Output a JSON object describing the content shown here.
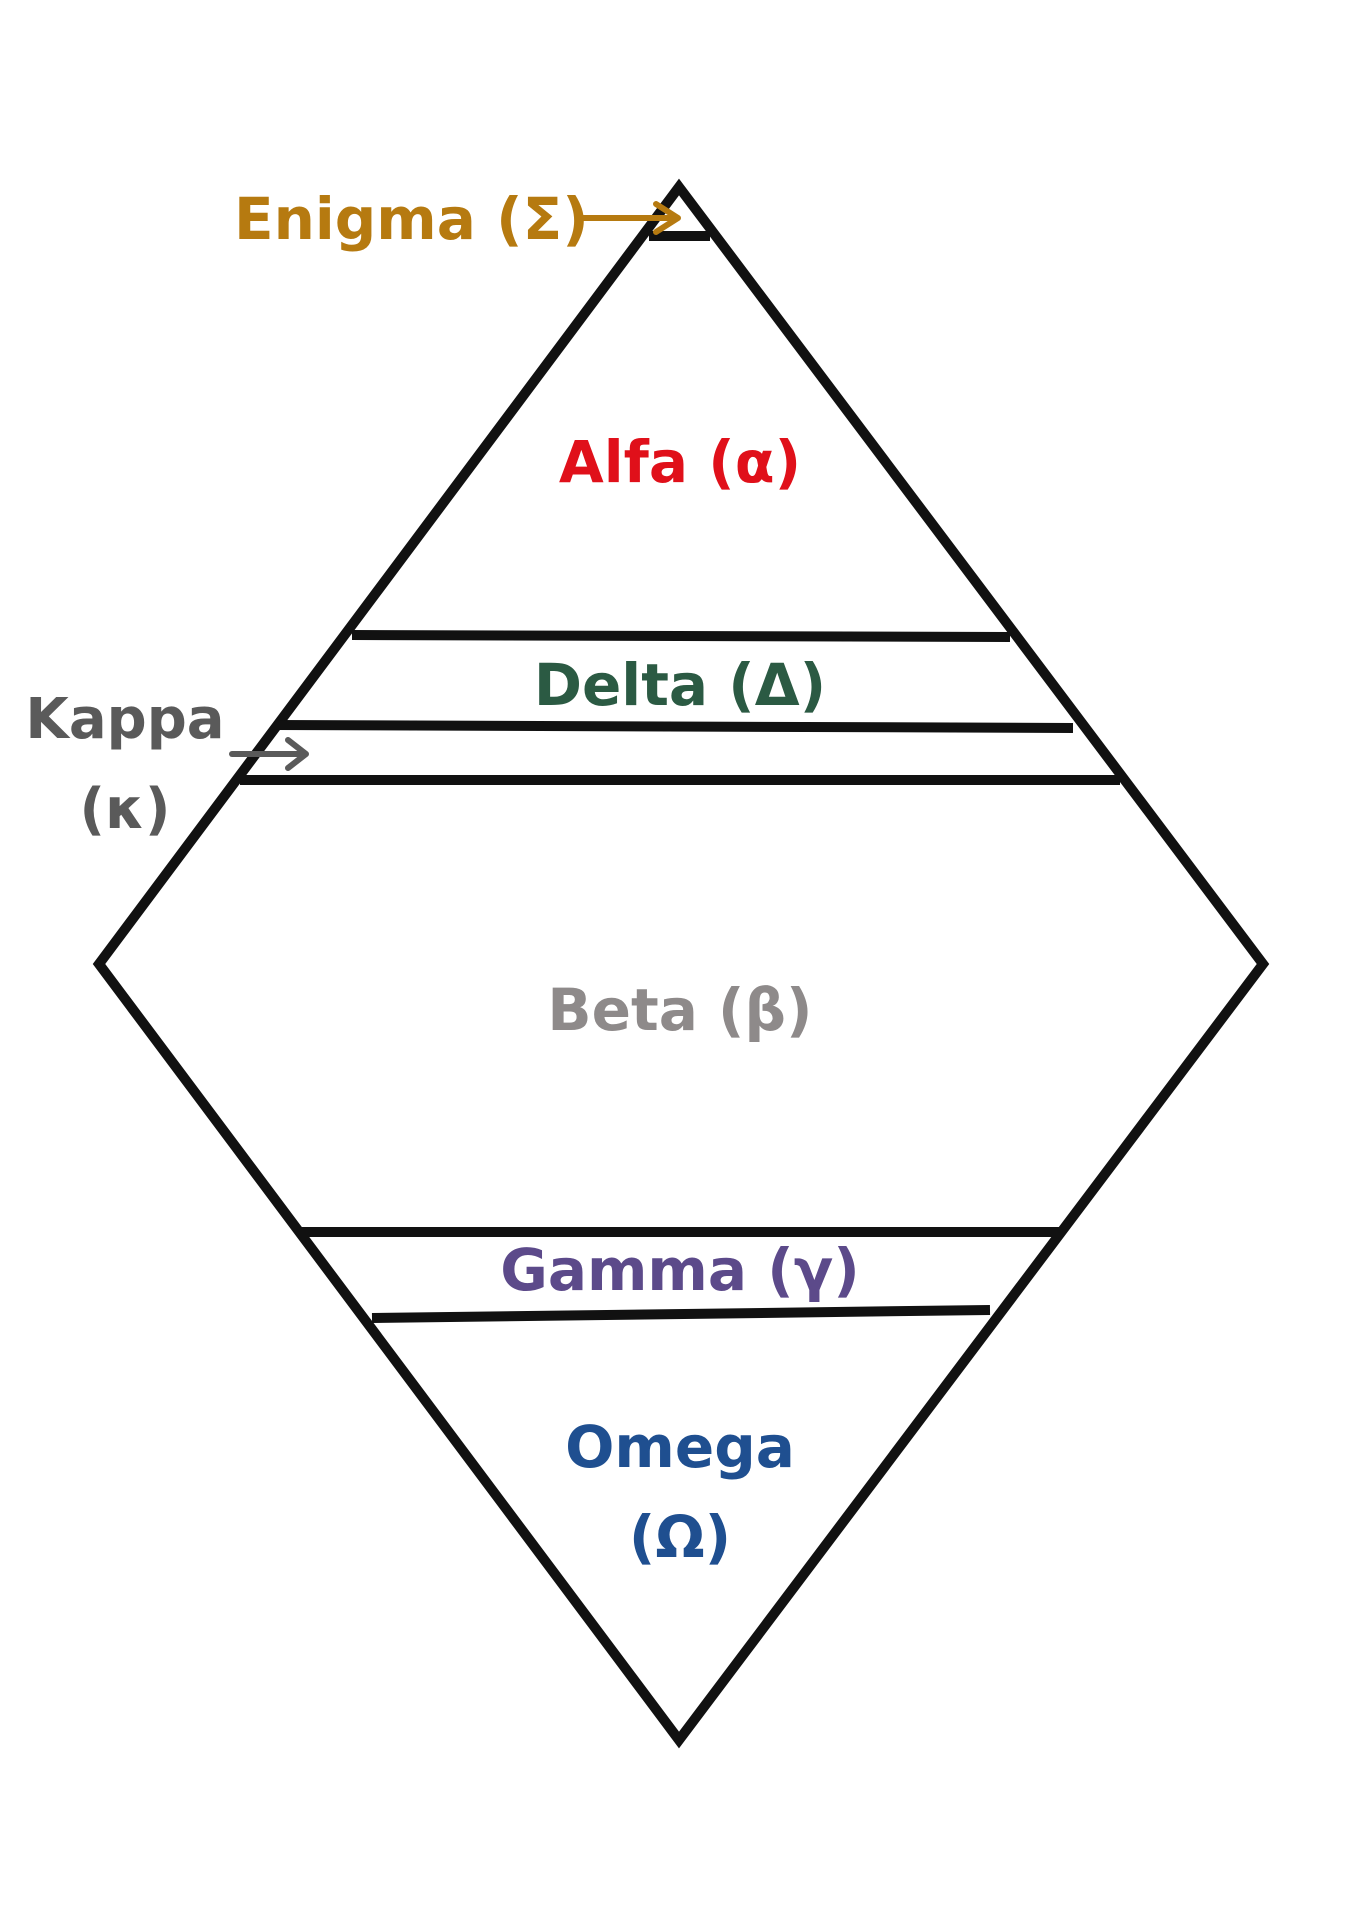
{
  "labels": {
    "enigma": "Enigma (Σ)",
    "alfa": "Alfa (α)",
    "delta": "Delta (Δ)",
    "kappa_line1": "Kappa",
    "kappa_line2": "(κ)",
    "beta": "Beta (β)",
    "gamma": "Gamma (γ)",
    "omega_line1": "Omega",
    "omega_line2": "(Ω)"
  },
  "colors": {
    "enigma": "#b67a10",
    "alfa": "#e0101a",
    "delta": "#2b5a43",
    "kappa": "#5a5a5a",
    "beta": "#8e8a8a",
    "gamma": "#5c4a8a",
    "omega": "#1f4f90",
    "lines": "#111111"
  }
}
